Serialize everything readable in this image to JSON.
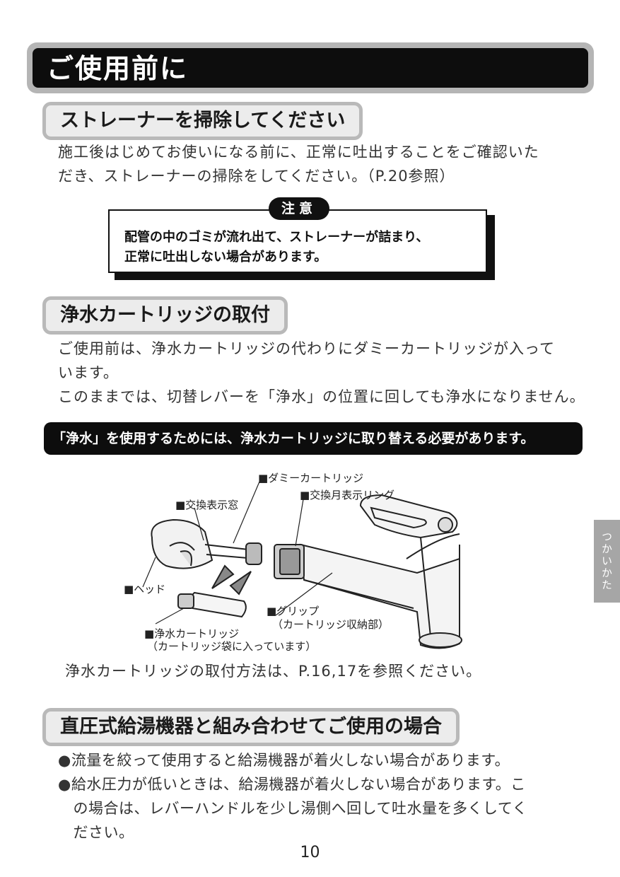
{
  "header": {
    "title": "ご使用前に"
  },
  "section1": {
    "heading": "ストレーナーを掃除してください",
    "lines": [
      "施工後はじめてお使いになる前に、正常に吐出することをご確認いた",
      "だき、ストレーナーの掃除をしてください。（P.20参照）"
    ],
    "caution": {
      "tag": "注意",
      "lines": [
        "配管の中のゴミが流れ出て、ストレーナーが詰まり、",
        "正常に吐出しない場合があります。"
      ]
    }
  },
  "section2": {
    "heading": "浄水カートリッジの取付",
    "lines": [
      "ご使用前は、浄水カートリッジの代わりにダミーカートリッジが入って",
      "います。",
      "このままでは、切替レバーを「浄水」の位置に回しても浄水になりません。"
    ],
    "notice": "「浄水」を使用するためには、浄水カートリッジに取り替える必要があります。",
    "labels": {
      "dummy": "■ダミーカートリッジ",
      "window": "■交換表示窓",
      "ring": "■交換月表示リング",
      "head": "■ヘッド",
      "grip": "■グリップ",
      "grip_sub": "（カートリッジ収納部）",
      "cartridge": "■浄水カートリッジ",
      "cartridge_sub": "（カートリッジ袋に入っています）"
    },
    "reference": "浄水カートリッジの取付方法は、P.16,17を参照ください。"
  },
  "section3": {
    "heading": "直圧式給湯機器と組み合わせてご使用の場合",
    "bullets": [
      "●流量を絞って使用すると給湯機器が着火しない場合があります。",
      "●給水圧力が低いときは、給湯機器が着火しない場合があります。こ",
      "　の場合は、レバーハンドルを少し湯側へ回して吐水量を多くしてく",
      "　ださい。"
    ]
  },
  "side_tab": "つかいかた",
  "page_number": "10"
}
